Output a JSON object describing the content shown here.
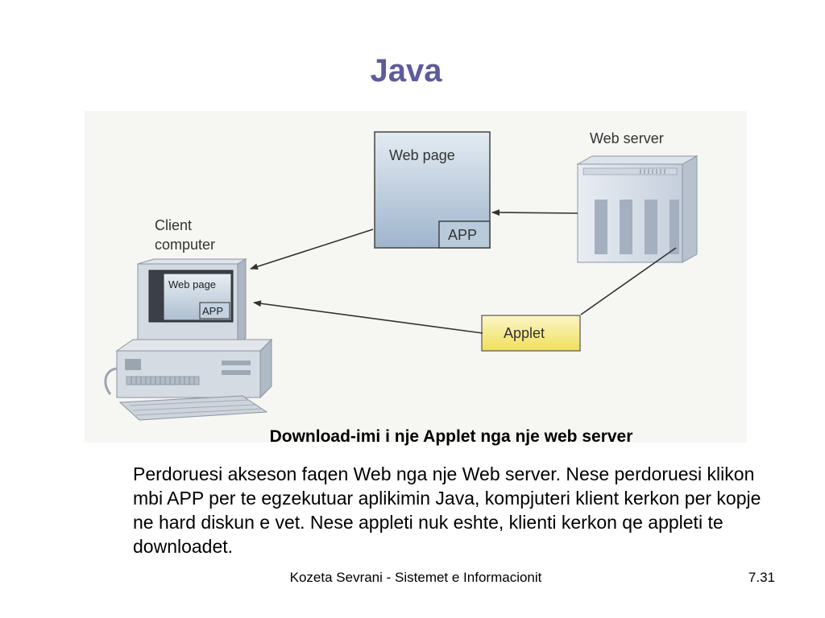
{
  "slide": {
    "title": "Java",
    "caption": "Download-imi i nje Applet nga nje web server",
    "body": "Perdoruesi akseson faqen Web nga nje Web server. Nese perdoruesi klikon mbi APP per te egzekutuar aplikimin Java, kompjuteri klient kerkon per kopje ne hard diskun e vet. Nese appleti nuk eshte, klienti kerkon qe appleti te downloadet.",
    "footer": "Kozeta Sevrani - Sistemet e Informacionit",
    "page_number": "7.31"
  },
  "diagram": {
    "client_label_line1": "Client",
    "client_label_line2": "computer",
    "monitor_page_label": "Web page",
    "monitor_app_label": "APP",
    "web_page_label": "Web page",
    "web_page_app_label": "APP",
    "server_label": "Web server",
    "applet_label": "Applet"
  }
}
